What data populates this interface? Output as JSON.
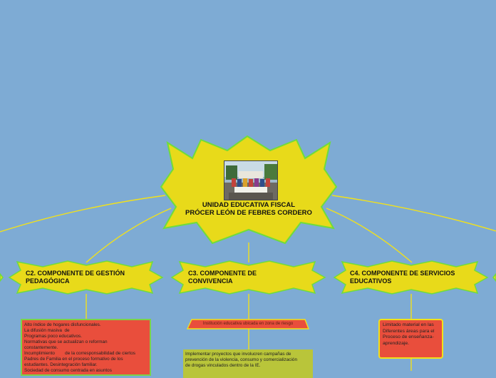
{
  "center": {
    "title": "UNIDAD EDUCATIVA FISCAL\nPRÓCER LEÓN DE FEBRES CORDERO",
    "photo": "school-group-photo"
  },
  "branches": {
    "c2": {
      "title": "C2. COMPONENTE DE GESTIÓN\nPEDAGÓGICA",
      "lines": [
        "Alto índice de hogares disfuncionales.",
        "La difusión masiva  de",
        "Programas poco educativos.",
        "Normativas que se actualizan o reforman",
        "constantemente.",
        "Incumplimiento        de la corresponsabilidad de ciertos",
        "Padres de Familia en el proceso formativo de los",
        "estudiantes. Desintegración familiar.",
        "Sociedad de consumo centrada en asuntos"
      ]
    },
    "c3": {
      "title": "C3. COMPONENTE DE\nCONVIVENCIA",
      "tag": "Institución educativa ubicada en zona de riesgo",
      "note": "Implementar proyectos que involucren campañas de\nprevención de la violencia, consumo y comercialización\nde drogas vinculados dentro de la IE."
    },
    "c4": {
      "title": "C4. COMPONENTE DE SERVICIOS\nEDUCATIVOS",
      "note": "Limitado material en las\nDiferentes áreas para el\nProceso de  enseñanza-\naprendizaje."
    }
  },
  "colors": {
    "background": "#7eabd4",
    "burst_fill": "#e8da1a",
    "burst_border": "#6fdc3c",
    "connector": "#f2e11a",
    "card_red": "#e94e3c",
    "card_olive": "#b9c53a"
  }
}
